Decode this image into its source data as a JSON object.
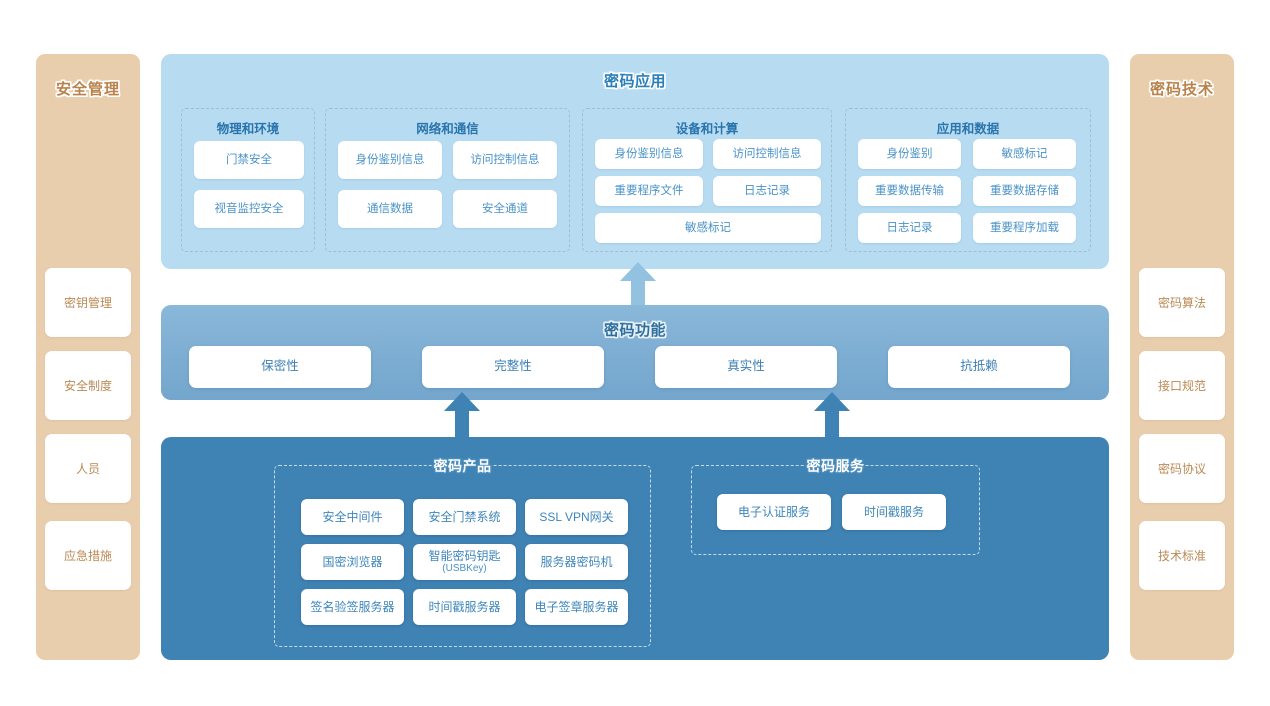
{
  "left_panel": {
    "title": "安全管理",
    "items": [
      {
        "label": "密钥管理"
      },
      {
        "label": "安全制度"
      },
      {
        "label": "人员"
      },
      {
        "label": "应急措施"
      }
    ]
  },
  "right_panel": {
    "title": "密码技术",
    "items": [
      {
        "label": "密码算法"
      },
      {
        "label": "接口规范"
      },
      {
        "label": "密码协议"
      },
      {
        "label": "技术标准"
      }
    ]
  },
  "application_layer": {
    "title": "密码应用",
    "groups": [
      {
        "title": "物理和环境",
        "items": [
          "门禁安全",
          "视音监控安全"
        ]
      },
      {
        "title": "网络和通信",
        "items": [
          "身份鉴别信息",
          "访问控制信息",
          "通信数据",
          "安全通道"
        ]
      },
      {
        "title": "设备和计算",
        "items": [
          "身份鉴别信息",
          "访问控制信息",
          "重要程序文件",
          "日志记录",
          "敏感标记"
        ]
      },
      {
        "title": "应用和数据",
        "items": [
          "身份鉴别",
          "敏感标记",
          "重要数据传输",
          "重要数据存储",
          "日志记录",
          "重要程序加载"
        ]
      }
    ]
  },
  "function_layer": {
    "title": "密码功能",
    "items": [
      "保密性",
      "完整性",
      "真实性",
      "抗抵赖"
    ]
  },
  "product_layer": {
    "products": {
      "title": "密码产品",
      "items": [
        {
          "label": "安全中间件",
          "sub": ""
        },
        {
          "label": "安全门禁系统",
          "sub": ""
        },
        {
          "label": "SSL VPN网关",
          "sub": ""
        },
        {
          "label": "国密浏览器",
          "sub": ""
        },
        {
          "label": "智能密码钥匙",
          "sub": "(USBKey)"
        },
        {
          "label": "服务器密码机",
          "sub": ""
        },
        {
          "label": "签名验签服务器",
          "sub": ""
        },
        {
          "label": "时间戳服务器",
          "sub": ""
        },
        {
          "label": "电子签章服务器",
          "sub": ""
        }
      ]
    },
    "services": {
      "title": "密码服务",
      "items": [
        "电子认证服务",
        "时间戳服务"
      ]
    }
  },
  "colors": {
    "panel_tan": "#e9cead",
    "panel_text": "#b9824a",
    "app_band": "#b7dcf2",
    "func_band": "#7dadd2",
    "product_band": "#3f83b4",
    "chip_text": "#4a93c8",
    "group_title": "#2a74ad",
    "arrow_light": "#92c2e0",
    "arrow_dark": "#3e83b4",
    "page_background": "#ffffff"
  },
  "arrows": [
    {
      "name": "func-to-app",
      "color": "#92c2e0"
    },
    {
      "name": "product-to-func-left",
      "color": "#3e83b4"
    },
    {
      "name": "product-to-func-right",
      "color": "#3e83b4"
    }
  ]
}
